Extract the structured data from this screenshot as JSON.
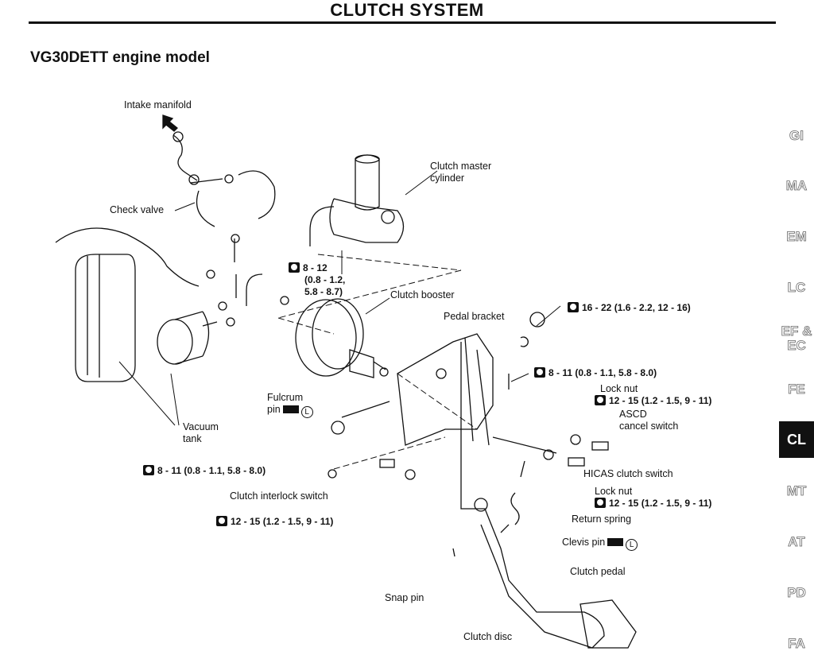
{
  "header": {
    "title": "CLUTCH SYSTEM",
    "subtitle": "VG30DETT engine model"
  },
  "labels": {
    "intake_manifold": "Intake manifold",
    "check_valve": "Check valve",
    "vacuum_tank": [
      "Vacuum",
      "tank"
    ],
    "clutch_master_cylinder": [
      "Clutch master",
      "cylinder"
    ],
    "clutch_booster": "Clutch booster",
    "pedal_bracket": "Pedal bracket",
    "fulcrum_pin": [
      "Fulcrum",
      "pin"
    ],
    "clutch_interlock_switch": "Clutch interlock switch",
    "lock_nut_1": "Lock nut",
    "ascd_cancel_switch": [
      "ASCD",
      "cancel switch"
    ],
    "hicas_clutch_switch": "HICAS clutch switch",
    "lock_nut_2": "Lock nut",
    "return_spring": "Return spring",
    "clevis_pin": "Clevis pin",
    "clutch_pedal": "Clutch pedal",
    "snap_pin": "Snap pin",
    "clutch_disc": "Clutch disc",
    "lube_symbol": "L"
  },
  "torques": {
    "master_cyl": [
      "8 - 12",
      "(0.8 - 1.2,",
      "5.8 - 8.7)"
    ],
    "pedal_nut": "16 - 22 (1.6 - 2.2, 12 - 16)",
    "bracket_bolt": "8 - 11 (0.8 - 1.1, 5.8 - 8.0)",
    "ascd_lock_nut": "12 - 15 (1.2 - 1.5, 9 - 11)",
    "hicas_lock_nut": "12 - 15 (1.2 - 1.5, 9 - 11)",
    "booster_nut": "8 - 11 (0.8 - 1.1, 5.8 - 8.0)",
    "interlock_nut": "12 - 15 (1.2 - 1.5, 9 - 11)"
  },
  "side_tabs": [
    {
      "label": "GI",
      "active": false
    },
    {
      "label": "MA",
      "active": false
    },
    {
      "label": "EM",
      "active": false
    },
    {
      "label": "LC",
      "active": false
    },
    {
      "label": "EF &",
      "label2": "EC",
      "active": false
    },
    {
      "label": "FE",
      "active": false
    },
    {
      "label": "CL",
      "active": true
    },
    {
      "label": "MT",
      "active": false
    },
    {
      "label": "AT",
      "active": false
    },
    {
      "label": "PD",
      "active": false
    },
    {
      "label": "FA",
      "active": false
    }
  ],
  "colors": {
    "ink": "#111111",
    "background": "#ffffff",
    "active_tab": "#111111"
  }
}
